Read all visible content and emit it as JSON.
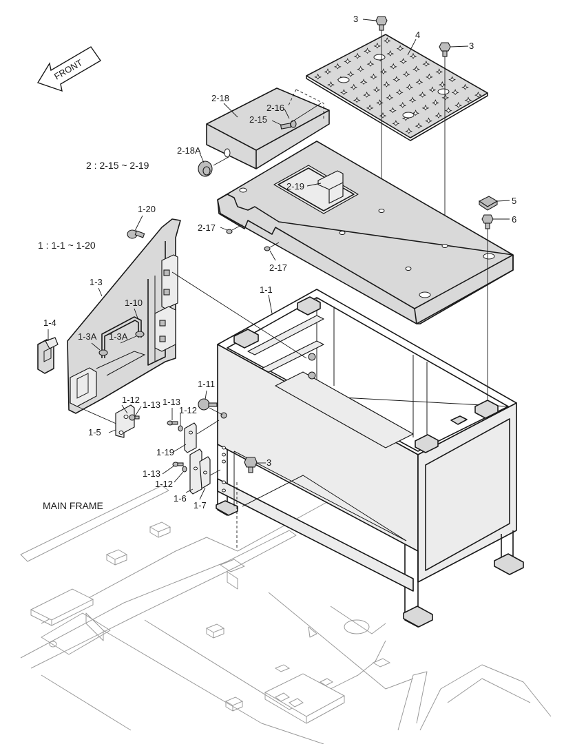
{
  "labels": {
    "front": "FRONT",
    "main_frame": "MAIN FRAME",
    "group2_note": "2 : 2-15 ~ 2-19",
    "group1_note": "1 : 1-1 ~ 1-20",
    "p3a": "3",
    "p3b": "3",
    "p3c": "3",
    "p4": "4",
    "p5": "5",
    "p6": "6",
    "p2_18": "2-18",
    "p2_16": "2-16",
    "p2_15": "2-15",
    "p2_18A": "2-18A",
    "p2_19": "2-19",
    "p2_17a": "2-17",
    "p2_17b": "2-17",
    "p1_20": "1-20",
    "p1_3": "1-3",
    "p1_10": "1-10",
    "p1_4": "1-4",
    "p1_3Aa": "1-3A",
    "p1_3Ab": "1-3A",
    "p1_1": "1-1",
    "p1_11": "1-11",
    "p1_12a": "1-12",
    "p1_13a": "1-13",
    "p1_13b": "1-13",
    "p1_12b": "1-12",
    "p1_5": "1-5",
    "p1_19": "1-19",
    "p1_13c": "1-13",
    "p1_12c": "1-12",
    "p1_6": "1-6",
    "p1_7": "1-7"
  }
}
